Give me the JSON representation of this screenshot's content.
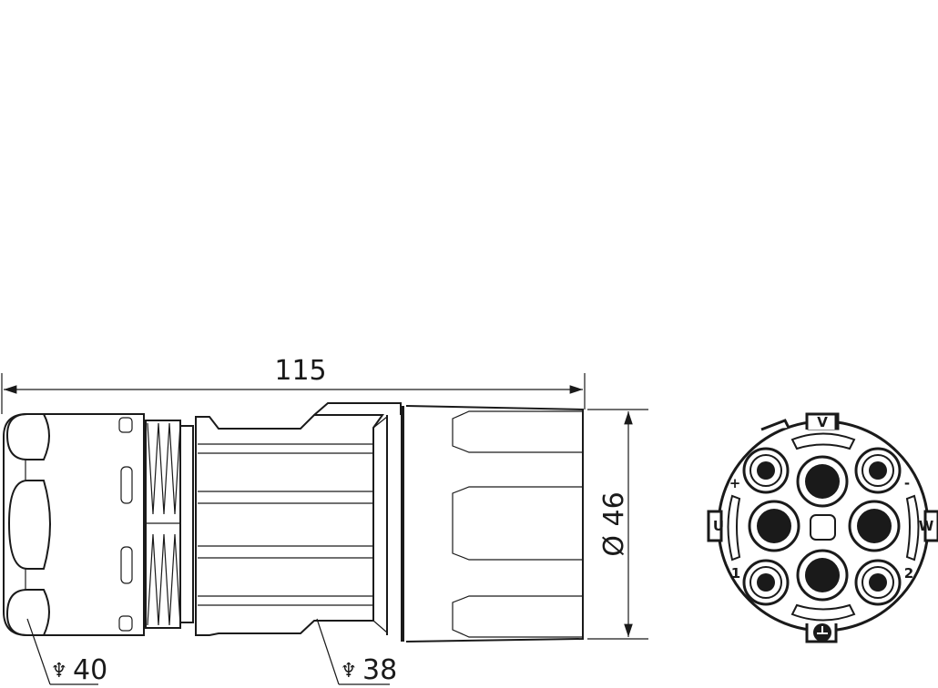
{
  "dimensions": {
    "length": "115",
    "diameter": "Ø 46",
    "wrench_size_nut": "40",
    "wrench_size_body": "38"
  },
  "icons": {
    "wrench": "wrench-icon",
    "earth": "earth-icon"
  },
  "pin_labels": {
    "top": "V",
    "left": "U",
    "right": "W",
    "plus": "+",
    "minus": "-",
    "one": "1",
    "two": "2"
  }
}
